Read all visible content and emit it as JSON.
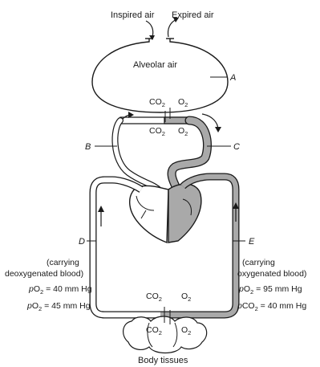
{
  "top": {
    "inspired": "Inspired air",
    "expired": "Expired air"
  },
  "lung": {
    "name": "Alveolar air",
    "top_gases": {
      "co2": "CO",
      "o2": "O",
      "sub": "2"
    },
    "bottom_gases": {
      "co2": "CO",
      "o2": "O",
      "sub": "2"
    }
  },
  "letters": {
    "a": "A",
    "b": "B",
    "c": "C",
    "d": "D",
    "e": "E"
  },
  "left_caption": {
    "line1": "(carrying",
    "line2": "deoxygenated blood)",
    "p1_prefix": "p",
    "p1_gas": "O",
    "p1_sub": "2",
    "p1_value": " = 40 mm Hg",
    "p2_prefix": "p",
    "p2_gas": "O",
    "p2_sub": "2",
    "p2_value": " = 45 mm Hg"
  },
  "right_caption": {
    "line1": "(carrying",
    "line2": "oxygenated blood)",
    "p1_prefix": "p",
    "p1_gas": "O",
    "p1_sub": "2",
    "p1_value": " = 95 mm Hg",
    "p2_prefix": "p",
    "p2_gas": "CO",
    "p2_sub": "2",
    "p2_value": " = 40 mm Hg"
  },
  "tissue": {
    "upper_gases": {
      "co2": "CO",
      "o2": "O",
      "sub": "2"
    },
    "lower_gases": {
      "co2": "CO",
      "o2": "O",
      "sub": "2"
    },
    "name": "Body tissues"
  },
  "colors": {
    "stroke": "#1a1a1a",
    "oxygenated_fill": "#a9a9a9",
    "deoxygenated_fill": "#ffffff"
  }
}
